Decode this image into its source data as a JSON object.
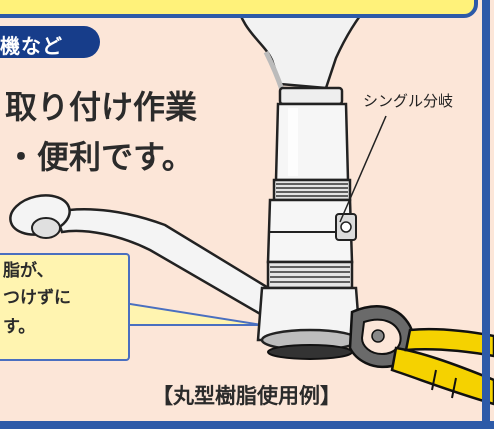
{
  "labels": {
    "pill": "機など",
    "headline_line1": "取り付け作業",
    "headline_line2": "・便利です。",
    "product_label": "シングル分岐",
    "callout_line1": "脂が、",
    "callout_line2": "つけずに",
    "callout_line3": "す。",
    "caption": "【丸型樹脂使用例】"
  },
  "colors": {
    "background": "#fce6d8",
    "frame_blue": "#2d5aa8",
    "pill_navy": "#173d8a",
    "banner_yellow": "#fff27a",
    "callout_yellow": "#fff4b0",
    "wrench_yellow": "#f5d200"
  },
  "icons": [
    "faucet-illustration",
    "wrench-illustration"
  ]
}
